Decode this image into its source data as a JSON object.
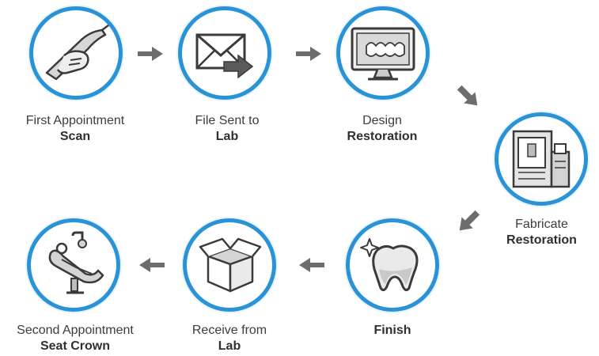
{
  "steps": [
    {
      "line1": "First Appointment",
      "line2": "Scan",
      "icon": "intraoral-scanner-icon"
    },
    {
      "line1": "File Sent to",
      "line2": "Lab",
      "icon": "envelope-send-icon"
    },
    {
      "line1": "Design",
      "line2": "Restoration",
      "icon": "monitor-design-icon"
    },
    {
      "line1": "Fabricate",
      "line2": "Restoration",
      "icon": "milling-machine-icon"
    },
    {
      "line1": "",
      "line2": "Finish",
      "icon": "shiny-tooth-icon"
    },
    {
      "line1": "Receive from",
      "line2": "Lab",
      "icon": "open-box-icon"
    },
    {
      "line1": "Second Appointment",
      "line2": "Seat Crown",
      "icon": "dental-chair-icon"
    }
  ],
  "colors": {
    "ring": "#2a93d5",
    "arrow": "#6d6d6d",
    "icon_stroke": "#3a3a3a",
    "icon_fill": "#cfcfcf"
  }
}
